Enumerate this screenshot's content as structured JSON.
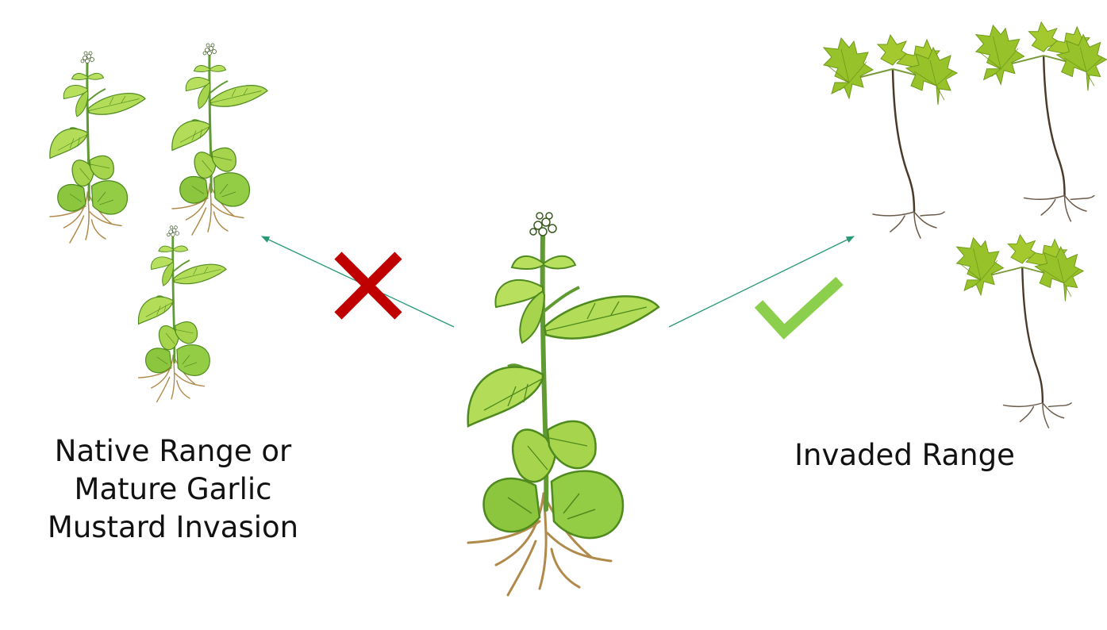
{
  "labels": {
    "native": {
      "line1": "Native Range or",
      "line2": "Mature Garlic",
      "line3": "Mustard Invasion"
    },
    "invaded": "Invaded Range"
  },
  "symbols": {
    "negative": "cross-mark",
    "positive": "check-mark"
  },
  "colors": {
    "arrow": "#2a9a73",
    "cross": "#c00000",
    "check": "#8ccf4c",
    "mustard_leaf": "#a6d44c",
    "mustard_leaf_dark": "#4f8a1e",
    "maple_leaf": "#a3c92f",
    "maple_leaf_dark": "#6f9a1b",
    "stem": "#5f9a33",
    "root": "#b08a4a",
    "maple_stem": "#4a3a2a"
  },
  "illustrations": {
    "center": "garlic-mustard-plant",
    "left_group": [
      "garlic-mustard-plant",
      "garlic-mustard-plant",
      "garlic-mustard-plant"
    ],
    "right_group": [
      "maple-seedling",
      "maple-seedling",
      "maple-seedling"
    ]
  }
}
